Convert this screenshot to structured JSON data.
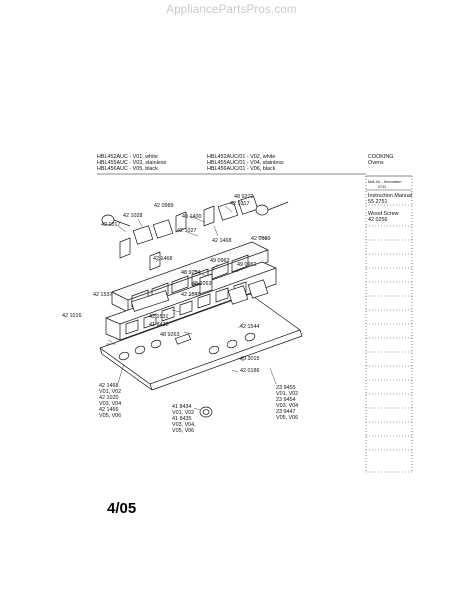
{
  "watermark": "AppliancePartsPros.com",
  "header": {
    "models_col1": [
      "HBL452AUC - V01, white",
      "HBL455AUC - V03, stainless",
      "HBL456AUC - V05, black"
    ],
    "models_col2": [
      "HBL452AUC/01 - V02, white",
      "HBL455AUC/01 - V04, stainless",
      "HBL456AUC/01 - V06, black"
    ],
    "category": [
      "COOKING",
      "Ovens"
    ]
  },
  "sidebar": {
    "col_header": "Mat.-Nr. - Kenndaten",
    "col_header2": "5743",
    "items": [
      {
        "name": "Instruction Manual",
        "number": "55 2751"
      },
      {
        "name": "Wood Screw",
        "number": "42 0256"
      }
    ]
  },
  "parts": {
    "p489272": "48 9272",
    "p421017_top": "42 1017",
    "p420989_left": "42 0989",
    "p421028": "42 1028",
    "p421017_left": "42 1017",
    "p491400": "49 1400",
    "p421027": "42 1027",
    "p421468_right": "42 1468",
    "p420989_right": "42 0989",
    "p421468_left": "42 1468",
    "p490963": "49 0963",
    "p490962": "49 0962",
    "p489254": "48 9254",
    "p489263_top": "48 9263",
    "p421537": "42 1537",
    "p421545": "42 1545",
    "p421016": "42 1016",
    "p421531": "42 1531",
    "p418430": "41 8430",
    "p421544": "42 1544",
    "p489263_bot": "48 9263",
    "p493015": "49 3015",
    "p420186": "42 0186",
    "left_callout": [
      "42 1468",
      "V01, V02",
      "42 1020",
      "V03, V04",
      "42 1466",
      "V05, V06"
    ],
    "right_callout": [
      "23 9455",
      "V01, V02",
      "23 9454",
      "V03, V04",
      "23 9447",
      "V05, V06"
    ],
    "bottom_callout": [
      "41 8434",
      "V01, V02",
      "41 8435",
      "V03, V04,",
      "V05, V06"
    ]
  },
  "date": "4/05"
}
